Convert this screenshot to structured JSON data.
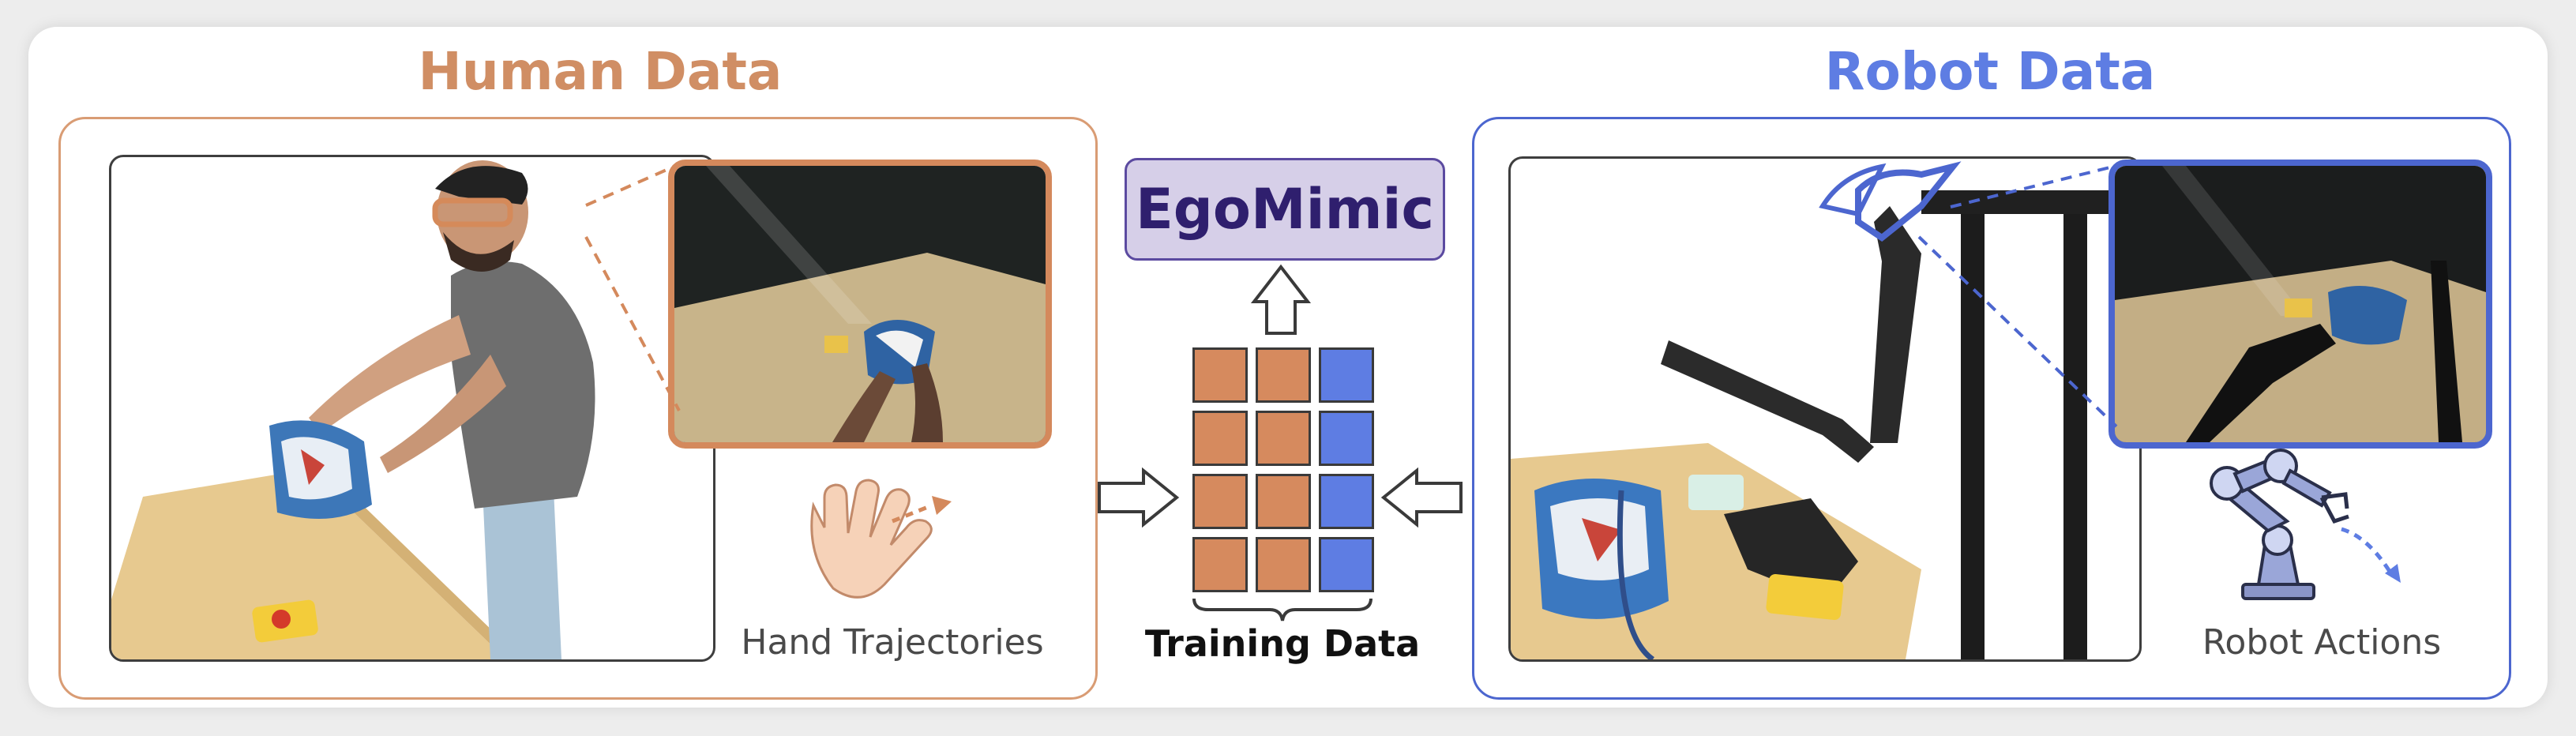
{
  "human": {
    "title": "Human Data",
    "caption": "Hand Trajectories"
  },
  "robot": {
    "title": "Robot Data",
    "caption": "Robot Actions"
  },
  "center": {
    "model_label": "EgoMimic",
    "training_label": "Training Data",
    "grid_colors": [
      "human",
      "human",
      "robot",
      "human",
      "human",
      "robot",
      "human",
      "human",
      "robot",
      "human",
      "human",
      "robot"
    ]
  },
  "colors": {
    "human": "#d68a5e",
    "robot": "#5e7de3",
    "model_fill": "#d6cfe8",
    "model_text": "#2f1f6e"
  },
  "icons": [
    "hand-icon",
    "robot-arm-icon",
    "arrow-up-icon",
    "arrow-right-icon",
    "arrow-left-icon",
    "smart-glasses-icon",
    "robot-gripper-icon"
  ]
}
